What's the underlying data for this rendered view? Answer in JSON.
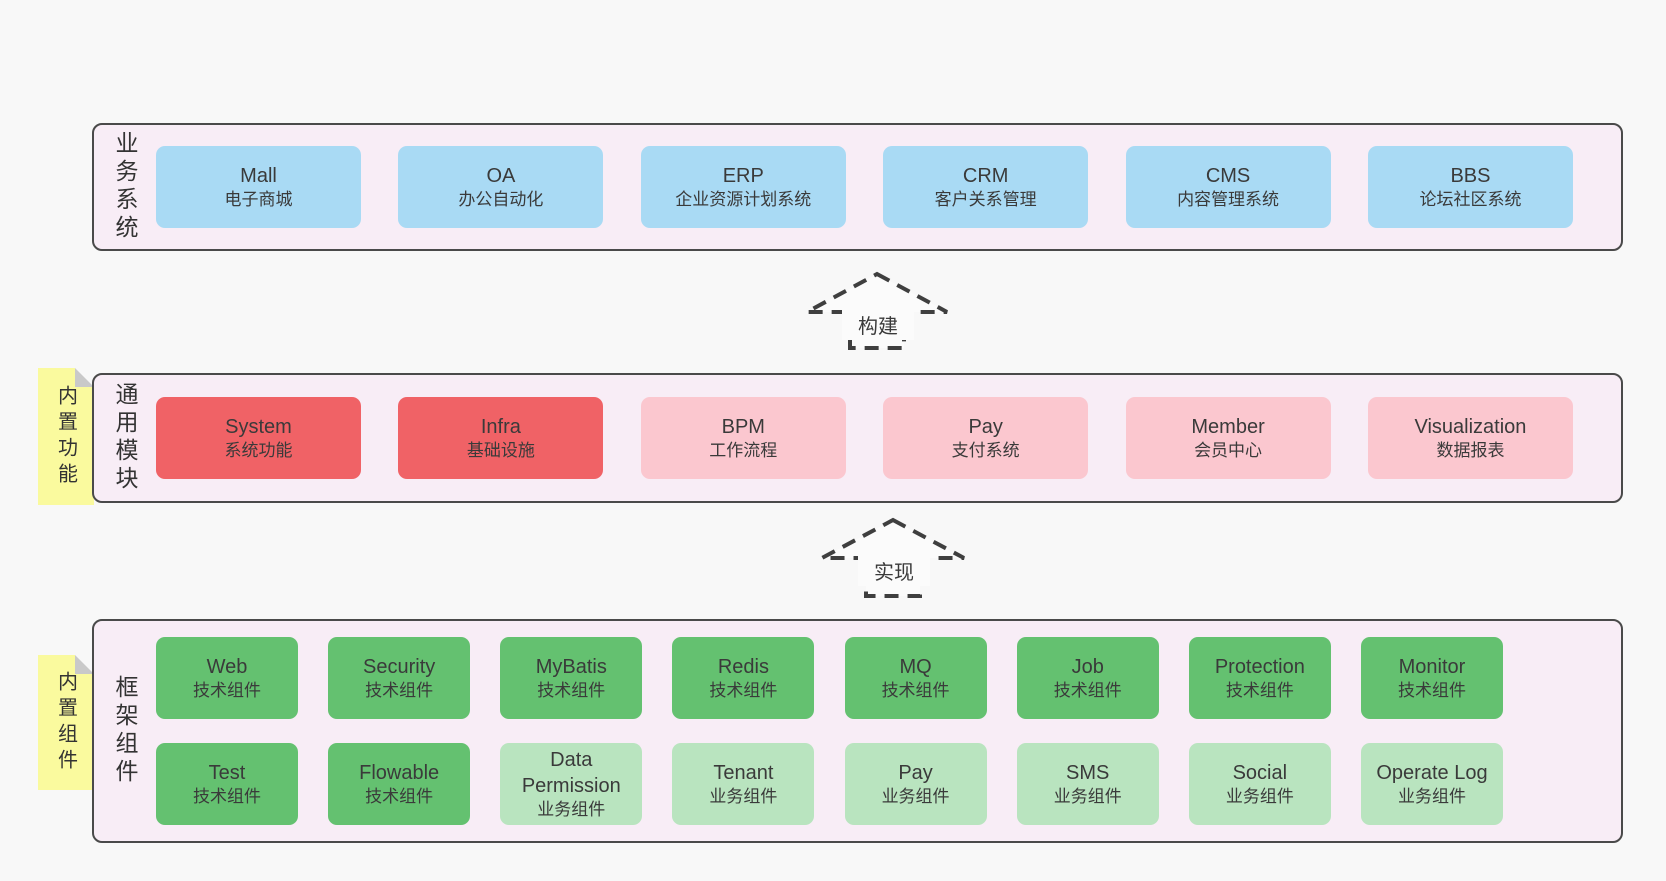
{
  "arrows": [
    {
      "label": "构建"
    },
    {
      "label": "实现"
    }
  ],
  "layers": [
    {
      "label": "业务系统",
      "note": null,
      "rows": [
        [
          {
            "name": "Mall",
            "sub": "电子商城",
            "variant": "blue"
          },
          {
            "name": "OA",
            "sub": "办公自动化",
            "variant": "blue"
          },
          {
            "name": "ERP",
            "sub": "企业资源计划系统",
            "variant": "blue"
          },
          {
            "name": "CRM",
            "sub": "客户关系管理",
            "variant": "blue"
          },
          {
            "name": "CMS",
            "sub": "内容管理系统",
            "variant": "blue"
          },
          {
            "name": "BBS",
            "sub": "论坛社区系统",
            "variant": "blue"
          }
        ]
      ]
    },
    {
      "label": "通用模块",
      "note": "内置功能",
      "rows": [
        [
          {
            "name": "System",
            "sub": "系统功能",
            "variant": "red"
          },
          {
            "name": "Infra",
            "sub": "基础设施",
            "variant": "red"
          },
          {
            "name": "BPM",
            "sub": "工作流程",
            "variant": "pink"
          },
          {
            "name": "Pay",
            "sub": "支付系统",
            "variant": "pink"
          },
          {
            "name": "Member",
            "sub": "会员中心",
            "variant": "pink"
          },
          {
            "name": "Visualization",
            "sub": "数据报表",
            "variant": "pink"
          }
        ]
      ]
    },
    {
      "label": "框架组件",
      "note": "内置组件",
      "rows": [
        [
          {
            "name": "Web",
            "sub": "技术组件",
            "variant": "green"
          },
          {
            "name": "Security",
            "sub": "技术组件",
            "variant": "green"
          },
          {
            "name": "MyBatis",
            "sub": "技术组件",
            "variant": "green"
          },
          {
            "name": "Redis",
            "sub": "技术组件",
            "variant": "green"
          },
          {
            "name": "MQ",
            "sub": "技术组件",
            "variant": "green"
          },
          {
            "name": "Job",
            "sub": "技术组件",
            "variant": "green"
          },
          {
            "name": "Protection",
            "sub": "技术组件",
            "variant": "green"
          },
          {
            "name": "Monitor",
            "sub": "技术组件",
            "variant": "green"
          }
        ],
        [
          {
            "name": "Test",
            "sub": "技术组件",
            "variant": "green"
          },
          {
            "name": "Flowable",
            "sub": "技术组件",
            "variant": "green"
          },
          {
            "name": "Data Permission",
            "sub": "业务组件",
            "variant": "lightgreen"
          },
          {
            "name": "Tenant",
            "sub": "业务组件",
            "variant": "lightgreen"
          },
          {
            "name": "Pay",
            "sub": "业务组件",
            "variant": "lightgreen"
          },
          {
            "name": "SMS",
            "sub": "业务组件",
            "variant": "lightgreen"
          },
          {
            "name": "Social",
            "sub": "业务组件",
            "variant": "lightgreen"
          },
          {
            "name": "Operate Log",
            "sub": "业务组件",
            "variant": "lightgreen"
          }
        ]
      ]
    }
  ],
  "palette": {
    "blue": "#a9daf4",
    "red": "#f06266",
    "pink": "#fbc7cf",
    "green": "#64c170",
    "lightgreen": "#b9e4bf",
    "container_bg": "#f8edf6",
    "container_border": "#4a4a4a",
    "note_yellow": "#fafa9e",
    "note_fold": "#c9c9c9",
    "page_bg": "#f8f8f8",
    "text": "#3a3a3a",
    "arrow": "#3f3f3f"
  }
}
